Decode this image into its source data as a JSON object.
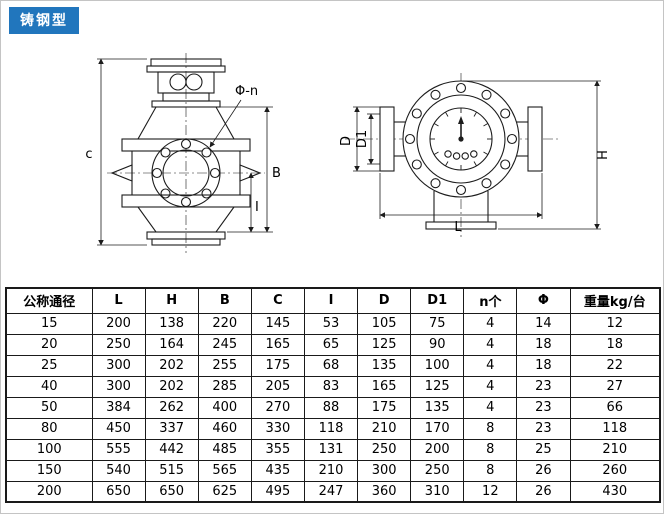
{
  "page": {
    "badge": "铸钢型"
  },
  "diagram": {
    "labels": {
      "phi_n": "Φ-n",
      "c": "c",
      "B": "B",
      "I": "I",
      "D": "D",
      "D1": "D1",
      "L": "L",
      "H": "H"
    }
  },
  "table": {
    "headers": [
      "公称通径",
      "L",
      "H",
      "B",
      "C",
      "I",
      "D",
      "D1",
      "n个",
      "Φ",
      "重量kg/台"
    ],
    "rows": [
      [
        "15",
        "200",
        "138",
        "220",
        "145",
        "53",
        "105",
        "75",
        "4",
        "14",
        "12"
      ],
      [
        "20",
        "250",
        "164",
        "245",
        "165",
        "65",
        "125",
        "90",
        "4",
        "18",
        "18"
      ],
      [
        "25",
        "300",
        "202",
        "255",
        "175",
        "68",
        "135",
        "100",
        "4",
        "18",
        "22"
      ],
      [
        "40",
        "300",
        "202",
        "285",
        "205",
        "83",
        "165",
        "125",
        "4",
        "23",
        "27"
      ],
      [
        "50",
        "384",
        "262",
        "400",
        "270",
        "88",
        "175",
        "135",
        "4",
        "23",
        "66"
      ],
      [
        "80",
        "450",
        "337",
        "460",
        "330",
        "118",
        "210",
        "170",
        "8",
        "23",
        "118"
      ],
      [
        "100",
        "555",
        "442",
        "485",
        "355",
        "131",
        "250",
        "200",
        "8",
        "25",
        "210"
      ],
      [
        "150",
        "540",
        "515",
        "565",
        "435",
        "210",
        "300",
        "250",
        "8",
        "26",
        "260"
      ],
      [
        "200",
        "650",
        "650",
        "625",
        "495",
        "247",
        "360",
        "310",
        "12",
        "26",
        "430"
      ]
    ]
  }
}
